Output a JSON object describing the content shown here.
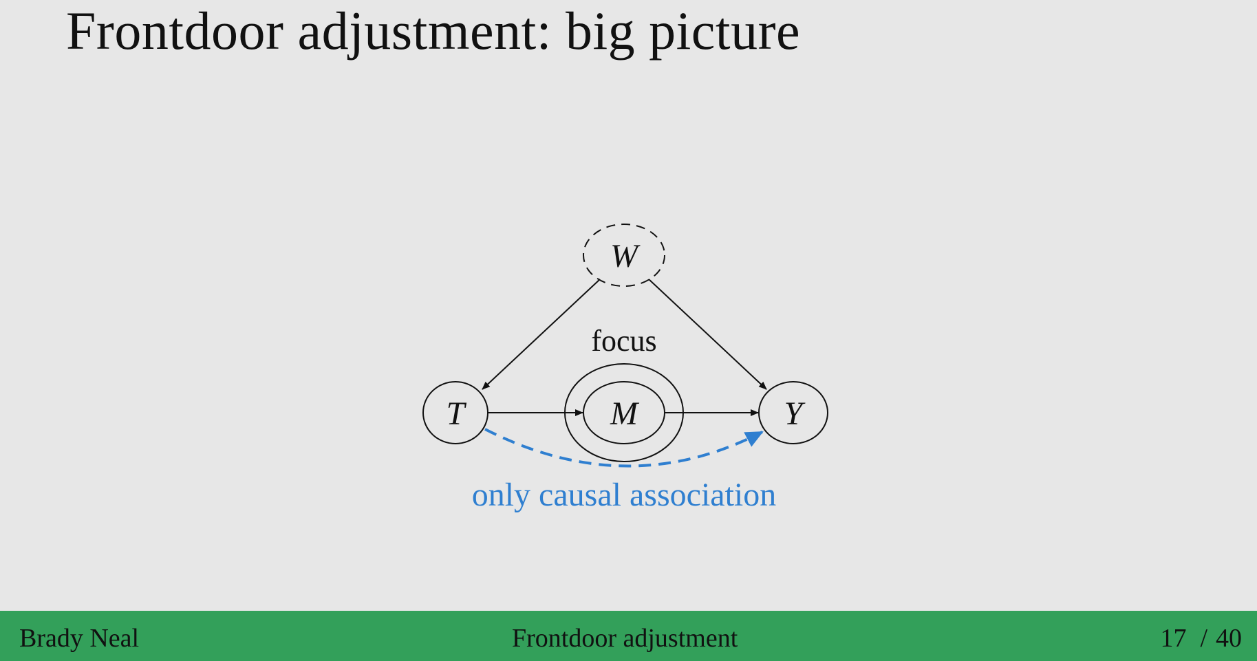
{
  "slide": {
    "title": "Frontdoor adjustment: big picture"
  },
  "diagram": {
    "nodes": {
      "W": "W",
      "T": "T",
      "M": "M",
      "Y": "Y"
    },
    "focus_label": "focus",
    "causal_label": "only causal association",
    "colors": {
      "causal_path": "#2f7fd0",
      "edge": "#111111"
    }
  },
  "footer": {
    "author": "Brady Neal",
    "topic": "Frontdoor adjustment",
    "page_current": "17",
    "page_separator": "/",
    "page_total": "40",
    "background": "#33a05a"
  }
}
